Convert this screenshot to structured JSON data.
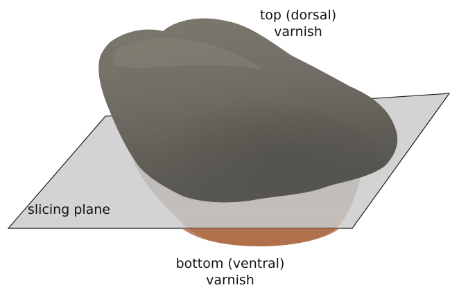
{
  "labels": {
    "top": {
      "line1": "top (dorsal)",
      "line2": "varnish"
    },
    "bottom": {
      "line1": "bottom (ventral)",
      "line2": "varnish"
    },
    "plane": "slicing plane"
  },
  "colors": {
    "background": "#ffffff",
    "plane_fill": "#c9c9c9",
    "plane_outline": "#1a1a1a",
    "rock_upper": "#6b6659",
    "rock_dark": "#45433b",
    "rock_lower": "#a08a7a",
    "rock_base": "#b5754f"
  }
}
